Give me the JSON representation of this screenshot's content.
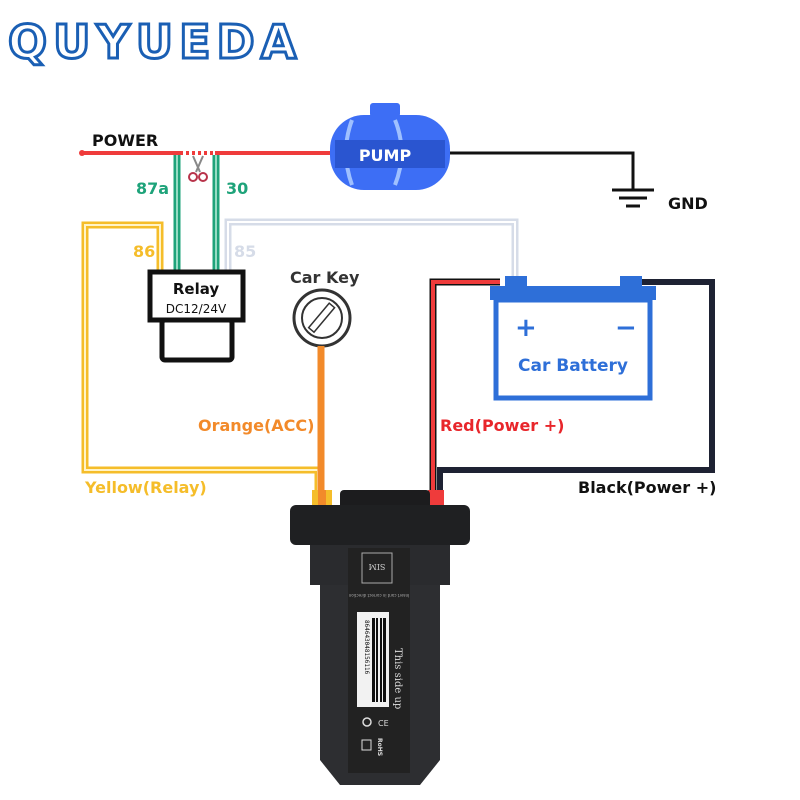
{
  "brand": {
    "logo_text": "QUYUEDA"
  },
  "labels": {
    "power": "POWER",
    "gnd": "GND",
    "pump": "PUMP",
    "pin_87a": "87a",
    "pin_30": "30",
    "pin_86": "86",
    "pin_85": "85",
    "relay_title": "Relay",
    "relay_voltage": "DC12/24V",
    "car_key": "Car Key",
    "battery_plus": "+",
    "battery_minus": "−",
    "car_battery": "Car Battery",
    "orange_wire": "Orange(ACC)",
    "red_wire": "Red(Power +)",
    "yellow_wire": "Yellow(Relay)",
    "black_wire": "Black(Power +)"
  },
  "device": {
    "sim_label": "SIM",
    "sim_hint": "Insert card in correct direction",
    "barcode_number": "864643048156116",
    "orientation_text": "This side up",
    "ce_mark": "CE",
    "rohs_mark": "RoHS"
  },
  "colors": {
    "brand_blue": "#1a5fb4",
    "power_red": "#ef3b3b",
    "relay_green": "#1ea37a",
    "yellow": "#f5bd2a",
    "orange": "#f28a2a",
    "pump_blue": "#3d6ef5",
    "battery_blue": "#2e6fd8"
  }
}
